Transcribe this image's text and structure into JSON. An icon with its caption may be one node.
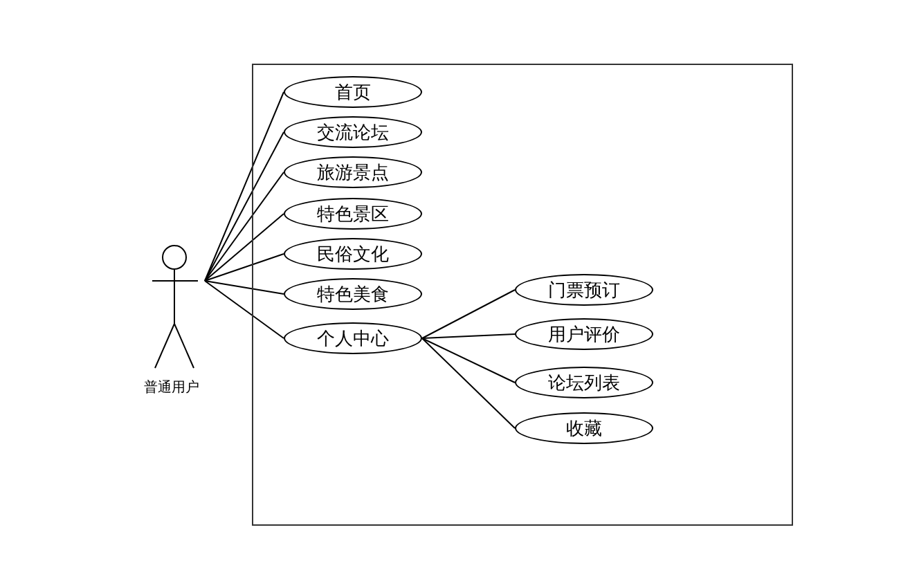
{
  "diagram": {
    "nodes": [
      {
        "text": [],
        "shape": "box"
      },
      {
        "text": [
          "普通用户"
        ]
      },
      {
        "text": [
          "首页"
        ],
        "in": 0
      },
      {
        "text": [
          "交流论坛"
        ],
        "in": 0
      },
      {
        "text": [
          "旅游景点"
        ],
        "in": 0
      },
      {
        "text": [
          "特色景区"
        ],
        "in": 0
      },
      {
        "text": [
          "民俗文化"
        ],
        "in": 0
      },
      {
        "text": [
          "特色美食"
        ],
        "in": 0
      },
      {
        "text": [
          "个人中心"
        ],
        "in": 0
      },
      {
        "text": [
          "门票预订"
        ],
        "in": 0
      },
      {
        "text": [
          "用户评价"
        ],
        "in": 0
      },
      {
        "text": [
          "论坛列表"
        ],
        "in": 0
      },
      {
        "text": [
          "收藏"
        ],
        "in": 0
      }
    ],
    "edges": [
      {
        "from": 1,
        "to": 2,
        "arrow": "none"
      },
      {
        "from": 1,
        "to": 3,
        "arrow": "none"
      },
      {
        "from": 1,
        "to": 4,
        "arrow": "none"
      },
      {
        "from": 1,
        "to": 5,
        "arrow": "none"
      },
      {
        "from": 1,
        "to": 6,
        "arrow": "none"
      },
      {
        "from": 1,
        "to": 7,
        "arrow": "none"
      },
      {
        "from": 1,
        "to": 8,
        "arrow": "none"
      },
      {
        "from": 8,
        "to": 9,
        "arrow": "none"
      },
      {
        "from": 8,
        "to": 10,
        "arrow": "none"
      },
      {
        "from": 8,
        "to": 11,
        "arrow": "none"
      },
      {
        "from": 8,
        "to": 12,
        "arrow": "none"
      }
    ]
  }
}
